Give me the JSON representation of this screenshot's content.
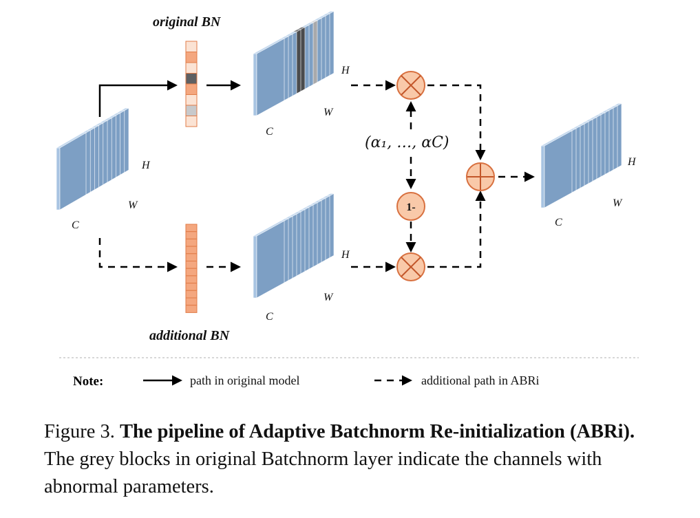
{
  "labels": {
    "original_bn": "original BN",
    "additional_bn": "additional BN",
    "h": "H",
    "w": "W",
    "c": "C",
    "alpha": "(α₁, …, αC)",
    "one_minus": "1-"
  },
  "note": {
    "title": "Note:",
    "solid_desc": "path in original model",
    "dashed_desc": "additional path in ABRi"
  },
  "caption": {
    "prefix": "Figure 3. ",
    "bold": "The pipeline of Adaptive Batchnorm Re-initialization (ABRi).",
    "rest": " The grey blocks in original Batchnorm layer indicate the channels with abnormal parameters."
  },
  "colors": {
    "slice_face": "#a8c4e2",
    "slice_top": "#c5d9ee",
    "slice_side": "#7d9fc4",
    "bn_cell": "#f4a77f",
    "bn_border": "#e07b47",
    "bn_light": "#fbe3d4",
    "grey_dark": "#5f6062",
    "grey_light": "#c8c9cb",
    "op_fill": "#f9c9a9",
    "op_stroke": "#d8703f"
  }
}
